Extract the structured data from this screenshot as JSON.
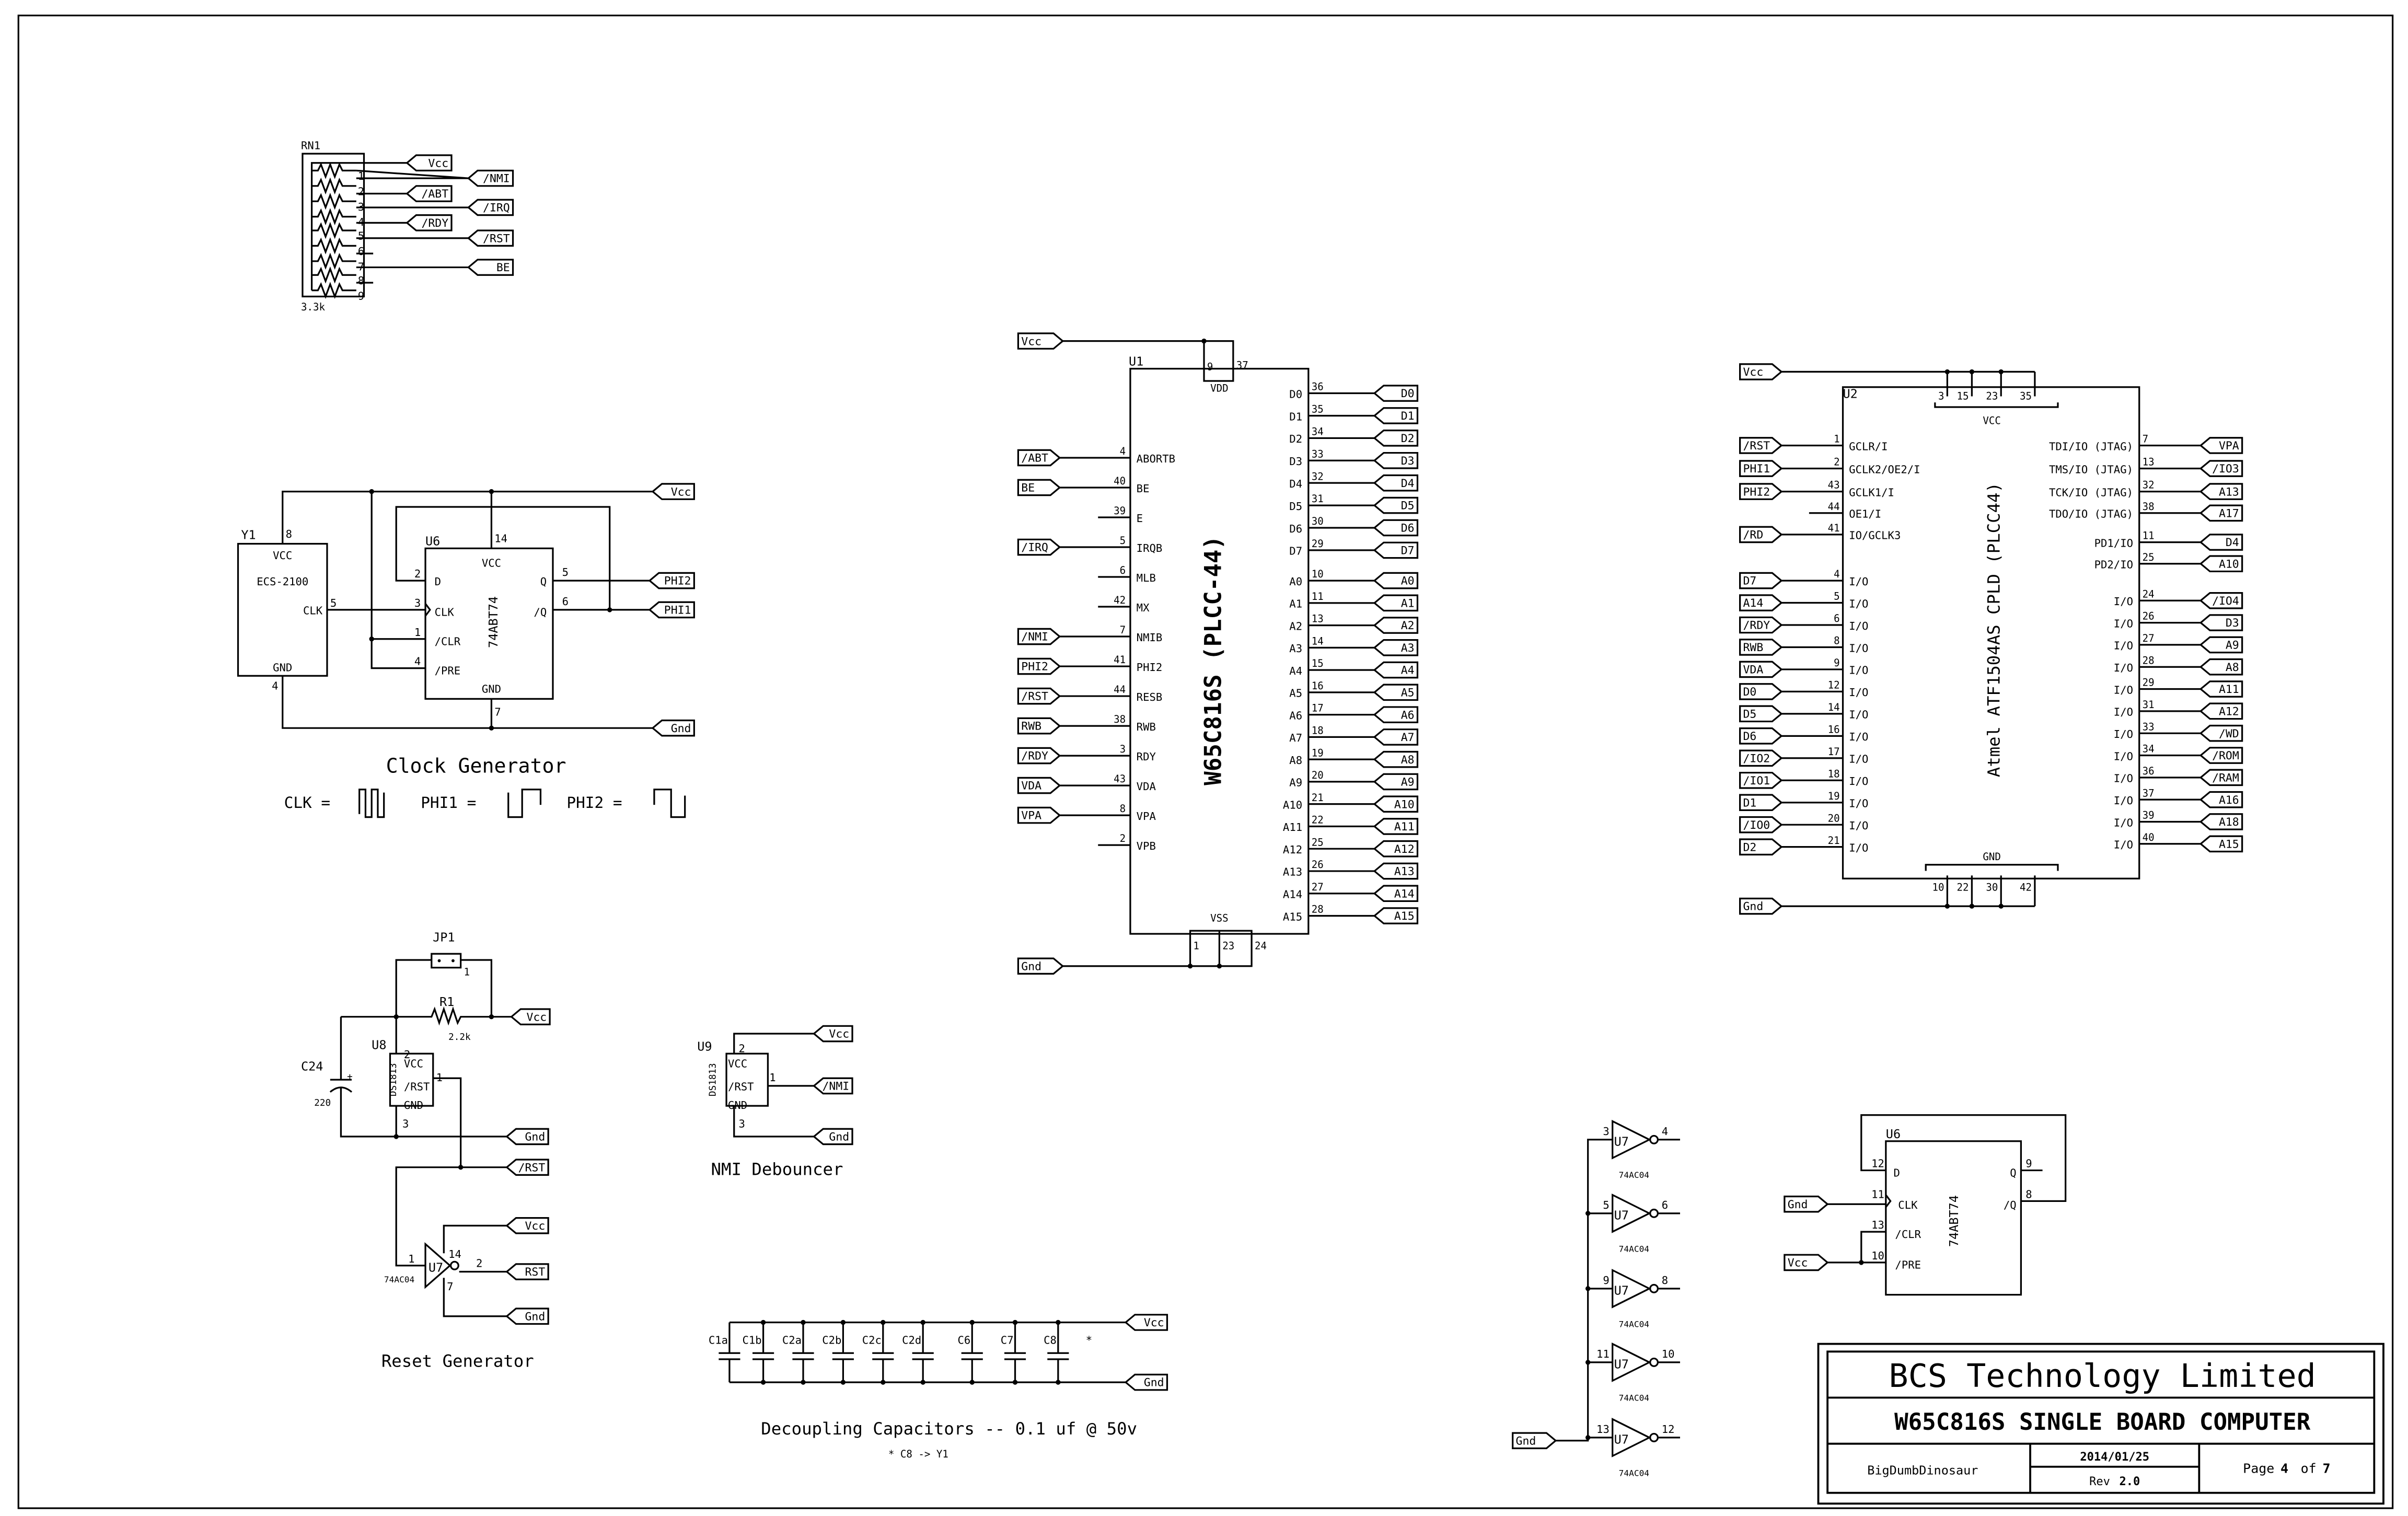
{
  "title_block": {
    "company": "BCS Technology Limited",
    "project": "W65C816S SINGLE BOARD COMPUTER",
    "author": "BigDumbDinosaur",
    "date": "2014/01/25",
    "rev_label": "Rev",
    "rev": "2.0",
    "page_label": "Page",
    "page": "4",
    "of_label": "of",
    "pages": "7"
  },
  "rn1": {
    "ref": "RN1",
    "value": "3.3k",
    "pins": [
      "1",
      "2",
      "3",
      "4",
      "5",
      "6",
      "7",
      "8",
      "9"
    ],
    "nets": [
      "Vcc",
      "/NMI",
      "/ABT",
      "/IRQ",
      "/RDY",
      "/RST",
      "BE"
    ]
  },
  "u1": {
    "ref": "U1",
    "part": "W65C816S (PLCC-44)",
    "vdd_label": "VDD",
    "vdd_pins": [
      "9",
      "37"
    ],
    "vss_label": "VSS",
    "vss_pins": [
      "1",
      "23",
      "24"
    ],
    "vcc_net": "Vcc",
    "gnd_net": "Gnd",
    "left": [
      {
        "pin": "4",
        "name": "ABORTB",
        "net": "/ABT"
      },
      {
        "pin": "40",
        "name": "BE",
        "net": "BE"
      },
      {
        "pin": "39",
        "name": "E",
        "net": ""
      },
      {
        "pin": "5",
        "name": "IRQB",
        "net": "/IRQ"
      },
      {
        "pin": "6",
        "name": "MLB",
        "net": ""
      },
      {
        "pin": "42",
        "name": "MX",
        "net": ""
      },
      {
        "pin": "7",
        "name": "NMIB",
        "net": "/NMI"
      },
      {
        "pin": "41",
        "name": "PHI2",
        "net": "PHI2"
      },
      {
        "pin": "44",
        "name": "RESB",
        "net": "/RST"
      },
      {
        "pin": "38",
        "name": "RWB",
        "net": "RWB"
      },
      {
        "pin": "3",
        "name": "RDY",
        "net": "/RDY"
      },
      {
        "pin": "43",
        "name": "VDA",
        "net": "VDA"
      },
      {
        "pin": "8",
        "name": "VPA",
        "net": "VPA"
      },
      {
        "pin": "2",
        "name": "VPB",
        "net": ""
      }
    ],
    "right": [
      {
        "pin": "36",
        "name": "D0",
        "net": "D0"
      },
      {
        "pin": "35",
        "name": "D1",
        "net": "D1"
      },
      {
        "pin": "34",
        "name": "D2",
        "net": "D2"
      },
      {
        "pin": "33",
        "name": "D3",
        "net": "D3"
      },
      {
        "pin": "32",
        "name": "D4",
        "net": "D4"
      },
      {
        "pin": "31",
        "name": "D5",
        "net": "D5"
      },
      {
        "pin": "30",
        "name": "D6",
        "net": "D6"
      },
      {
        "pin": "29",
        "name": "D7",
        "net": "D7"
      },
      {
        "pin": "10",
        "name": "A0",
        "net": "A0"
      },
      {
        "pin": "11",
        "name": "A1",
        "net": "A1"
      },
      {
        "pin": "13",
        "name": "A2",
        "net": "A2"
      },
      {
        "pin": "14",
        "name": "A3",
        "net": "A3"
      },
      {
        "pin": "15",
        "name": "A4",
        "net": "A4"
      },
      {
        "pin": "16",
        "name": "A5",
        "net": "A5"
      },
      {
        "pin": "17",
        "name": "A6",
        "net": "A6"
      },
      {
        "pin": "18",
        "name": "A7",
        "net": "A7"
      },
      {
        "pin": "19",
        "name": "A8",
        "net": "A8"
      },
      {
        "pin": "20",
        "name": "A9",
        "net": "A9"
      },
      {
        "pin": "21",
        "name": "A10",
        "net": "A10"
      },
      {
        "pin": "22",
        "name": "A11",
        "net": "A11"
      },
      {
        "pin": "25",
        "name": "A12",
        "net": "A12"
      },
      {
        "pin": "26",
        "name": "A13",
        "net": "A13"
      },
      {
        "pin": "27",
        "name": "A14",
        "net": "A14"
      },
      {
        "pin": "28",
        "name": "A15",
        "net": "A15"
      }
    ]
  },
  "u2": {
    "ref": "U2",
    "part": "Atmel ATF1504AS CPLD (PLCC44)",
    "vcc_label": "VCC",
    "vcc_pins": [
      "3",
      "15",
      "23",
      "35"
    ],
    "gnd_label": "GND",
    "gnd_pins": [
      "10",
      "22",
      "30",
      "42"
    ],
    "vcc_net": "Vcc",
    "gnd_net": "Gnd",
    "left": [
      {
        "pin": "1",
        "name": "GCLR/I",
        "net": "/RST"
      },
      {
        "pin": "2",
        "name": "GCLK2/OE2/I",
        "net": "PHI1"
      },
      {
        "pin": "43",
        "name": "GCLK1/I",
        "net": "PHI2"
      },
      {
        "pin": "44",
        "name": "OE1/I",
        "net": ""
      },
      {
        "pin": "41",
        "name": "IO/GCLK3",
        "net": "/RD"
      }
    ],
    "left_io": [
      {
        "pin": "4",
        "name": "I/O",
        "net": "D7"
      },
      {
        "pin": "5",
        "name": "I/O",
        "net": "A14"
      },
      {
        "pin": "6",
        "name": "I/O",
        "net": "/RDY"
      },
      {
        "pin": "8",
        "name": "I/O",
        "net": "RWB"
      },
      {
        "pin": "9",
        "name": "I/O",
        "net": "VDA"
      },
      {
        "pin": "12",
        "name": "I/O",
        "net": "D0"
      },
      {
        "pin": "14",
        "name": "I/O",
        "net": "D5"
      },
      {
        "pin": "16",
        "name": "I/O",
        "net": "D6"
      },
      {
        "pin": "17",
        "name": "I/O",
        "net": "/IO2"
      },
      {
        "pin": "18",
        "name": "I/O",
        "net": "/IO1"
      },
      {
        "pin": "19",
        "name": "I/O",
        "net": "D1"
      },
      {
        "pin": "20",
        "name": "I/O",
        "net": "/IO0"
      },
      {
        "pin": "21",
        "name": "I/O",
        "net": "D2"
      }
    ],
    "right": [
      {
        "pin": "7",
        "name": "TDI/IO (JTAG)",
        "net": "VPA"
      },
      {
        "pin": "13",
        "name": "TMS/IO (JTAG)",
        "net": "/IO3"
      },
      {
        "pin": "32",
        "name": "TCK/IO (JTAG)",
        "net": "A13"
      },
      {
        "pin": "38",
        "name": "TDO/IO (JTAG)",
        "net": "A17"
      },
      {
        "pin": "11",
        "name": "PD1/IO",
        "net": "D4"
      },
      {
        "pin": "25",
        "name": "PD2/IO",
        "net": "A10"
      }
    ],
    "right_io": [
      {
        "pin": "24",
        "name": "I/O",
        "net": "/IO4"
      },
      {
        "pin": "26",
        "name": "I/O",
        "net": "D3"
      },
      {
        "pin": "27",
        "name": "I/O",
        "net": "A9"
      },
      {
        "pin": "28",
        "name": "I/O",
        "net": "A8"
      },
      {
        "pin": "29",
        "name": "I/O",
        "net": "A11"
      },
      {
        "pin": "31",
        "name": "I/O",
        "net": "A12"
      },
      {
        "pin": "33",
        "name": "I/O",
        "net": "/WD"
      },
      {
        "pin": "34",
        "name": "I/O",
        "net": "/ROM"
      },
      {
        "pin": "36",
        "name": "I/O",
        "net": "/RAM"
      },
      {
        "pin": "37",
        "name": "I/O",
        "net": "A16"
      },
      {
        "pin": "39",
        "name": "I/O",
        "net": "A18"
      },
      {
        "pin": "40",
        "name": "I/O",
        "net": "A15"
      }
    ]
  },
  "clock": {
    "title": "Clock Generator",
    "wave_clk": "CLK =",
    "wave_phi1": "PHI1 =",
    "wave_phi2": "PHI2 =",
    "y1": {
      "ref": "Y1",
      "part": "ECS-2100",
      "vcc": "VCC",
      "clk": "CLK",
      "gnd": "GND",
      "pin_vcc": "8",
      "pin_clk": "5",
      "pin_gnd": "4"
    },
    "u6": {
      "ref": "U6",
      "part": "74ABT74",
      "vcc": "VCC",
      "gnd": "GND",
      "d": "D",
      "clk": "CLK",
      "clr": "/CLR",
      "pre": "/PRE",
      "q": "Q",
      "nq": "/Q",
      "pin_vcc": "14",
      "pin_gnd": "7",
      "pin_d": "2",
      "pin_clk": "3",
      "pin_clr": "1",
      "pin_pre": "4",
      "pin_q": "5",
      "pin_nq": "6"
    },
    "nets": {
      "vcc": "Vcc",
      "phi2": "PHI2",
      "phi1": "PHI1",
      "gnd": "Gnd"
    }
  },
  "reset": {
    "title": "Reset Generator",
    "jp1": {
      "ref": "JP1",
      "pin": "1"
    },
    "r1": {
      "ref": "R1",
      "value": "2.2k"
    },
    "c24": {
      "ref": "C24",
      "value": "220",
      "polarity": "+"
    },
    "u8": {
      "ref": "U8",
      "part": "DS1813",
      "vcc": "VCC",
      "rst": "/RST",
      "gnd": "GND",
      "pin_vcc": "2",
      "pin_rst": "1",
      "pin_gnd": "3"
    },
    "u7": {
      "ref": "U7",
      "part": "74AC04",
      "pin_in": "1",
      "pin_out": "2",
      "pin_vcc": "14",
      "pin_gnd": "7"
    },
    "nets": {
      "vcc1": "Vcc",
      "gnd1": "Gnd",
      "nrst": "/RST",
      "vcc2": "Vcc",
      "rst": "RST",
      "gnd2": "Gnd"
    }
  },
  "nmi": {
    "title": "NMI Debouncer",
    "u9": {
      "ref": "U9",
      "part": "DS1813",
      "vcc": "VCC",
      "rst": "/RST",
      "gnd": "GND",
      "pin_vcc": "2",
      "pin_rst": "1",
      "pin_gnd": "3"
    },
    "nets": {
      "vcc": "Vcc",
      "nmi": "/NMI",
      "gnd": "Gnd"
    }
  },
  "decoupling": {
    "title": "Decoupling Capacitors -- 0.1 uf @ 50v",
    "note": "* C8 -> Y1",
    "caps": [
      "C1a",
      "C1b",
      "C2a",
      "C2b",
      "C2c",
      "C2d",
      "C6",
      "C7",
      "C8"
    ],
    "c8_mark": "*",
    "nets": {
      "vcc": "Vcc",
      "gnd": "Gnd"
    }
  },
  "unused_inverters": {
    "ref": "U7",
    "part": "74AC04",
    "gnd_net": "Gnd",
    "gates": [
      {
        "in": "3",
        "out": "4"
      },
      {
        "in": "5",
        "out": "6"
      },
      {
        "in": "9",
        "out": "8"
      },
      {
        "in": "11",
        "out": "10"
      },
      {
        "in": "13",
        "out": "12"
      }
    ]
  },
  "unused_flipflop": {
    "ref": "U6",
    "part": "74ABT74",
    "d": "D",
    "clk": "CLK",
    "clr": "/CLR",
    "pre": "/PRE",
    "q": "Q",
    "nq": "/Q",
    "pin_d": "12",
    "pin_clk": "11",
    "pin_clr": "13",
    "pin_pre": "10",
    "pin_q": "9",
    "pin_nq": "8",
    "nets": {
      "gnd": "Gnd",
      "vcc": "Vcc"
    }
  }
}
